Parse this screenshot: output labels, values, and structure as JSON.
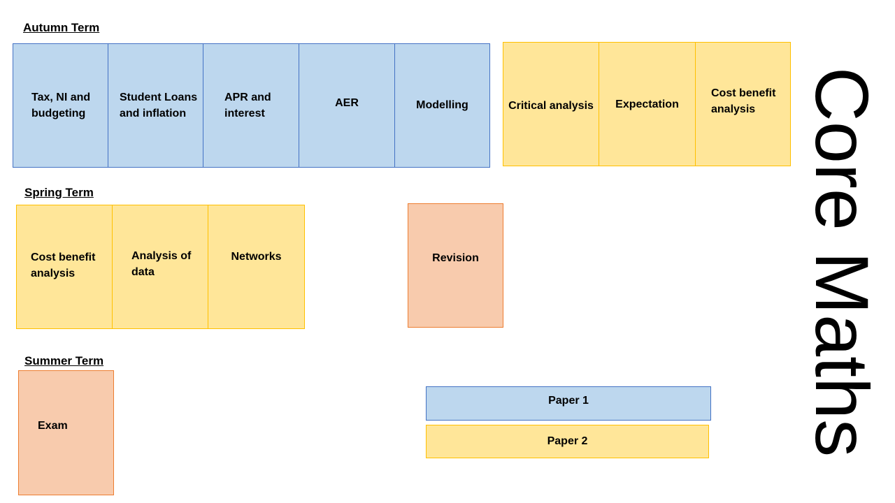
{
  "title": "Core Maths",
  "autumn": {
    "heading": "Autumn Term",
    "topics": [
      "Tax, NI and budgeting",
      "Student Loans and inflation",
      "APR and interest",
      "AER",
      "Modelling"
    ],
    "extras": [
      "Critical analysis",
      "Expectation",
      "Cost benefit analysis"
    ]
  },
  "spring": {
    "heading": "Spring Term",
    "topics": [
      "Cost benefit analysis",
      "Analysis of data",
      "Networks"
    ],
    "revision": "Revision"
  },
  "summer": {
    "heading": "Summer Term",
    "exam": "Exam",
    "papers": [
      "Paper 1",
      "Paper 2"
    ]
  },
  "colors": {
    "blue_fill": "#bdd7ee",
    "blue_border": "#4472c4",
    "yellow_fill": "#ffe699",
    "yellow_border": "#ffc000",
    "orange_fill": "#f8cbad",
    "orange_border": "#ed7d31"
  }
}
